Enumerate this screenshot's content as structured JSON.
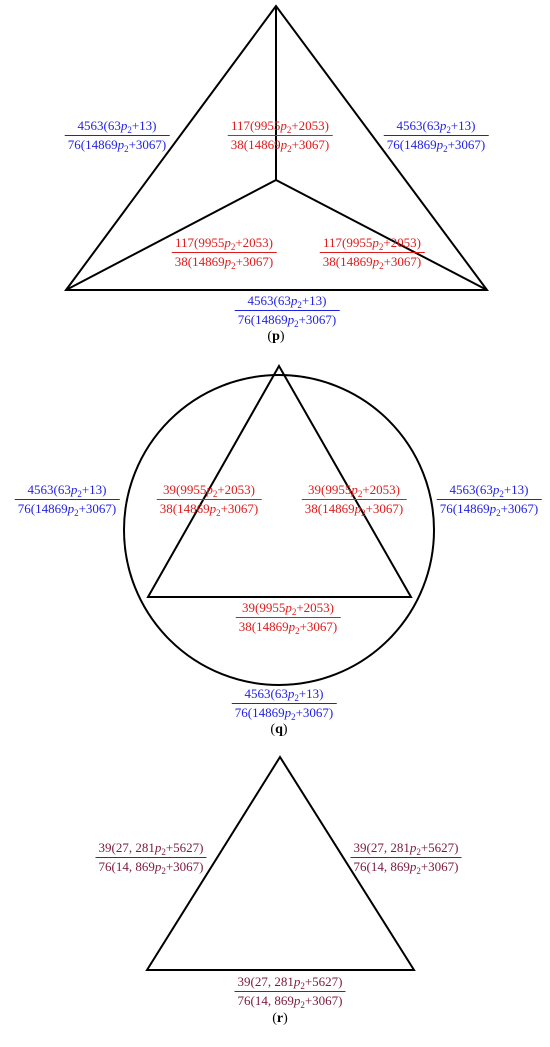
{
  "colors": {
    "blue": "#1f1fe6",
    "red": "#e01b1b",
    "maroon": "#7a1a3e",
    "stroke": "#000000"
  },
  "panels": [
    {
      "id": "p",
      "caption": "p",
      "labels": [
        {
          "color": "blue",
          "num": [
            "4563(63",
            "+13)"
          ],
          "den": [
            "76(14869",
            "+3067)"
          ]
        },
        {
          "color": "red",
          "num": [
            "117(9955",
            "+2053)"
          ],
          "den": [
            "38(14869",
            "+3067)"
          ]
        },
        {
          "color": "blue",
          "num": [
            "4563(63",
            "+13)"
          ],
          "den": [
            "76(14869",
            "+3067)"
          ]
        },
        {
          "color": "red",
          "num": [
            "117(9955",
            "+2053)"
          ],
          "den": [
            "38(14869",
            "+3067)"
          ]
        },
        {
          "color": "red",
          "num": [
            "117(9955",
            "+2053)"
          ],
          "den": [
            "38(14869",
            "+3067)"
          ]
        },
        {
          "color": "blue",
          "num": [
            "4563(63",
            "+13)"
          ],
          "den": [
            "76(14869",
            "+3067)"
          ]
        }
      ]
    },
    {
      "id": "q",
      "caption": "q",
      "labels": [
        {
          "color": "blue",
          "num": [
            "4563(63",
            "+13)"
          ],
          "den": [
            "76(14869",
            "+3067)"
          ]
        },
        {
          "color": "red",
          "num": [
            "39(9955",
            "+2053)"
          ],
          "den": [
            "38(14869",
            "+3067)"
          ]
        },
        {
          "color": "red",
          "num": [
            "39(9955",
            "+2053)"
          ],
          "den": [
            "38(14869",
            "+3067)"
          ]
        },
        {
          "color": "blue",
          "num": [
            "4563(63",
            "+13)"
          ],
          "den": [
            "76(14869",
            "+3067)"
          ]
        },
        {
          "color": "red",
          "num": [
            "39(9955",
            "+2053)"
          ],
          "den": [
            "38(14869",
            "+3067)"
          ]
        },
        {
          "color": "blue",
          "num": [
            "4563(63",
            "+13)"
          ],
          "den": [
            "76(14869",
            "+3067)"
          ]
        }
      ]
    },
    {
      "id": "r",
      "caption": "r",
      "labels": [
        {
          "color": "maroon",
          "num": [
            "39(27, 281",
            "+5627)"
          ],
          "den": [
            "76(14, 869",
            "+3067)"
          ]
        },
        {
          "color": "maroon",
          "num": [
            "39(27, 281",
            "+5627)"
          ],
          "den": [
            "76(14, 869",
            "+3067)"
          ]
        },
        {
          "color": "maroon",
          "num": [
            "39(27, 281",
            "+5627)"
          ],
          "den": [
            "76(14, 869",
            "+3067)"
          ]
        }
      ]
    }
  ],
  "variable": {
    "letter": "p",
    "index": "2"
  }
}
